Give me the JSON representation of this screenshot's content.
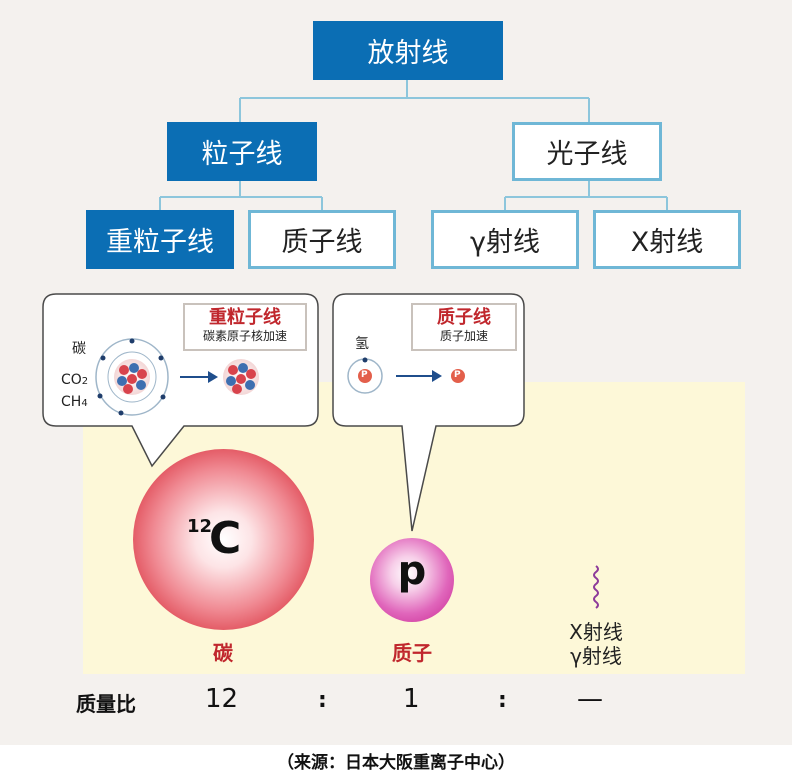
{
  "tree": {
    "root": "放射线",
    "particle_beam": "粒子线",
    "photon_beam": "光子线",
    "heavy_ion": "重粒子线",
    "proton": "质子线",
    "gamma": "γ射线",
    "xray": "X射线"
  },
  "heavy_bubble": {
    "title": "重粒子线",
    "subtitle": "碳素原子核加速",
    "element": "碳",
    "source_1": "CO",
    "source_1_sub": "2",
    "source_2": "CH",
    "source_2_sub": "4"
  },
  "proton_bubble": {
    "title": "质子线",
    "subtitle": "质子加速",
    "element": "氢",
    "nucleon_letter": "P"
  },
  "particles": {
    "carbon_mass_number": "12",
    "carbon_symbol": "C",
    "carbon_label": "碳",
    "proton_symbol": "p",
    "proton_label": "质子",
    "xray_label": "X射线",
    "gamma_label": "γ射线"
  },
  "mass_ratio": {
    "label": "质量比",
    "carbon_value": "12",
    "separator": ":",
    "proton_value": "1",
    "ray_value": "—"
  },
  "caption": "（来源：日本大阪重离子中心）",
  "colors": {
    "filled_node": "#0b6eb4",
    "outline_node": "#6fb7d6",
    "connector": "#8dc6dc",
    "accent_red": "#c0272d",
    "panel": "#fdf8d8",
    "background": "#f4f1ee"
  }
}
